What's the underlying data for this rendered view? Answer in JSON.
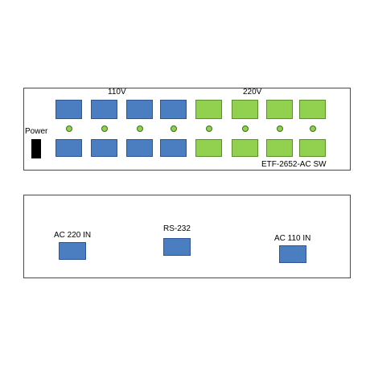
{
  "front": {
    "label_110v": "110V",
    "label_220v": "220V",
    "power_label": "Power",
    "model": "ETF-2652-AC SW",
    "ports_110v_count": 8,
    "ports_220v_count": 8,
    "leds_count": 8
  },
  "rear": {
    "ac220_label": "AC 220 IN",
    "rs232_label": "RS-232",
    "ac110_label": "AC 110 IN"
  },
  "colors": {
    "port_110v": "#4a7ec0",
    "port_220v": "#92d050",
    "led": "#8fd14f",
    "power_switch": "#000000"
  }
}
